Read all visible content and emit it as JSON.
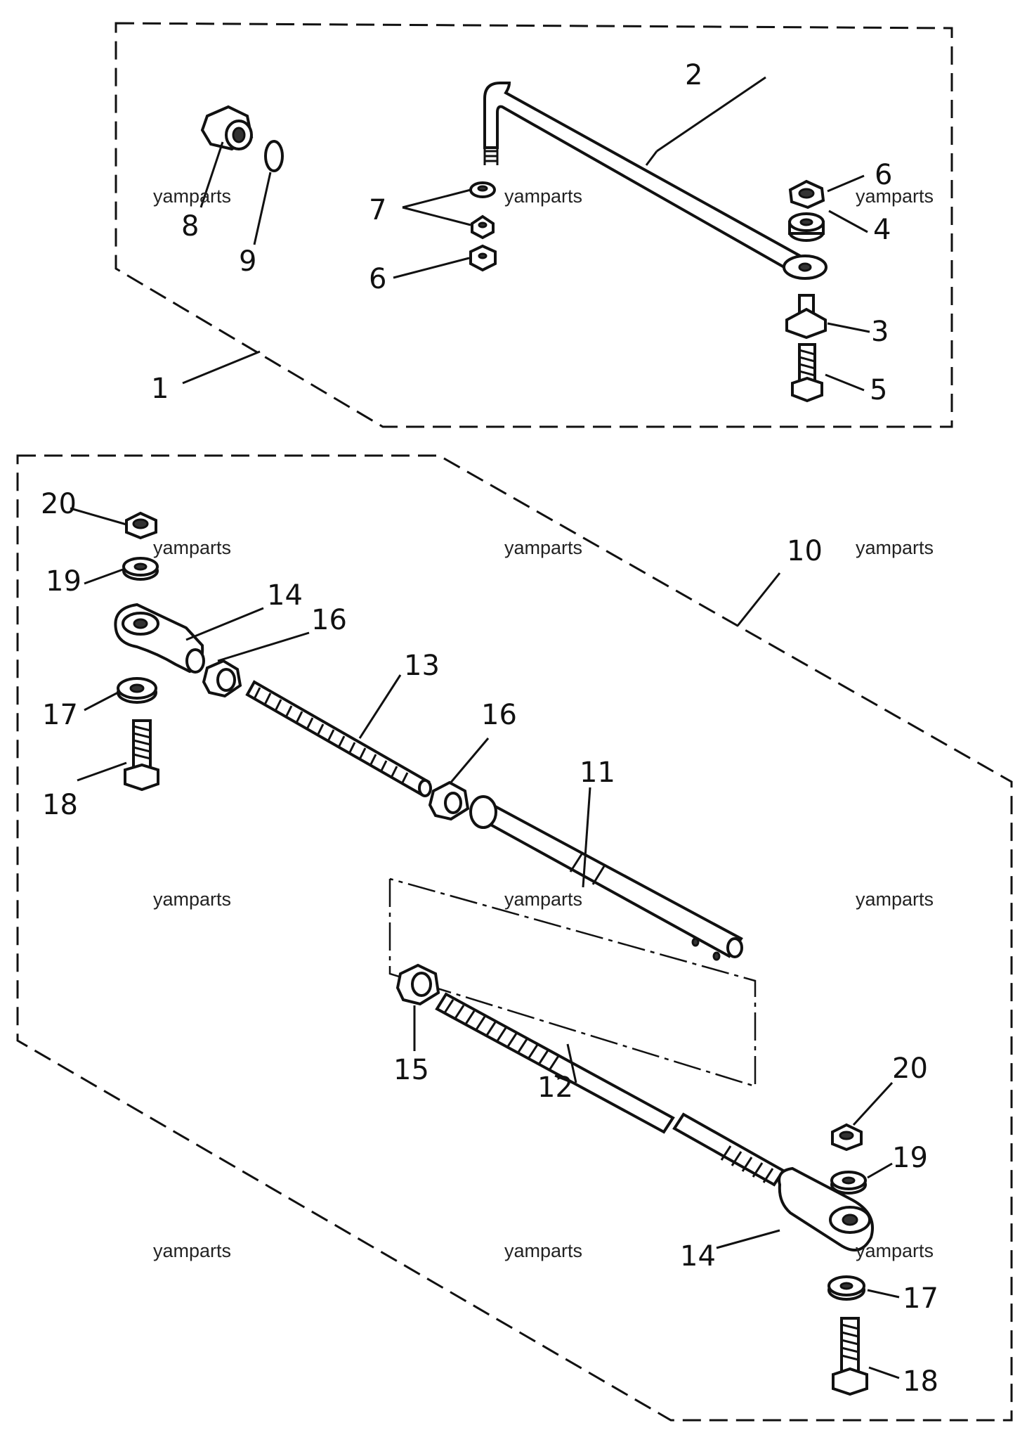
{
  "callouts": {
    "c1": "1",
    "c2": "2",
    "c3": "3",
    "c4": "4",
    "c5": "5",
    "c6a": "6",
    "c6b": "6",
    "c7": "7",
    "c8": "8",
    "c9": "9",
    "c10": "10",
    "c11": "11",
    "c12": "12",
    "c13": "13",
    "c14a": "14",
    "c14b": "14",
    "c15": "15",
    "c16a": "16",
    "c16b": "16",
    "c17a": "17",
    "c17b": "17",
    "c18a": "18",
    "c18b": "18",
    "c19a": "19",
    "c19b": "19",
    "c20a": "20",
    "c20b": "20"
  },
  "watermark": "yamparts"
}
